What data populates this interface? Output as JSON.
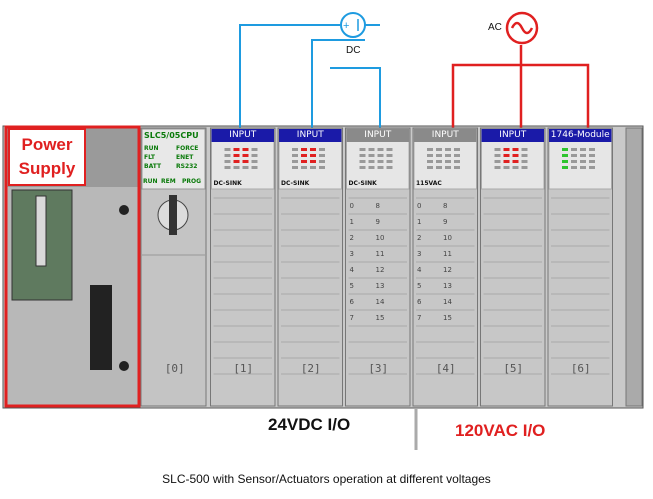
{
  "power_supply": {
    "label_line1": "Power",
    "label_line2": "Supply"
  },
  "cpu": {
    "title": "SLC5/05CPU",
    "leds_left": [
      "RUN",
      "FLT",
      "BATT"
    ],
    "leds_right": [
      "FORCE",
      "ENET",
      "RS232"
    ],
    "modes": [
      "RUN",
      "REM",
      "PROG"
    ]
  },
  "modules": [
    {
      "slot": "[0]"
    },
    {
      "slot": "[1]",
      "header": "INPUT",
      "sub": "DC-SINK",
      "active": true
    },
    {
      "slot": "[2]",
      "header": "INPUT",
      "sub": "DC-SINK",
      "active": true
    },
    {
      "slot": "[3]",
      "header": "INPUT",
      "sub": "DC-SINK",
      "active": false
    },
    {
      "slot": "[4]",
      "header": "INPUT",
      "sub": "115VAC",
      "active": false
    },
    {
      "slot": "[5]",
      "header": "INPUT",
      "sub": "",
      "active": true
    },
    {
      "slot": "[6]",
      "header": "1746-Module",
      "sub": "",
      "active": true
    }
  ],
  "terminals_left": [
    "0",
    "1",
    "2",
    "3",
    "4",
    "5",
    "6",
    "7"
  ],
  "terminals_right": [
    "8",
    "9",
    "10",
    "11",
    "12",
    "13",
    "14",
    "15"
  ],
  "sources": {
    "dc": "DC",
    "ac": "AC"
  },
  "labels": {
    "dc_io": "24VDC I/O",
    "ac_io": "120VAC I/O"
  },
  "caption": "SLC-500 with Sensor/Actuators operation at different voltages",
  "colors": {
    "dc_wire": "#1e9be0",
    "ac_wire": "#e02020",
    "module_header": "#1a1aa8",
    "inactive_header": "#8a8a8a",
    "highlight": "#e02020"
  }
}
